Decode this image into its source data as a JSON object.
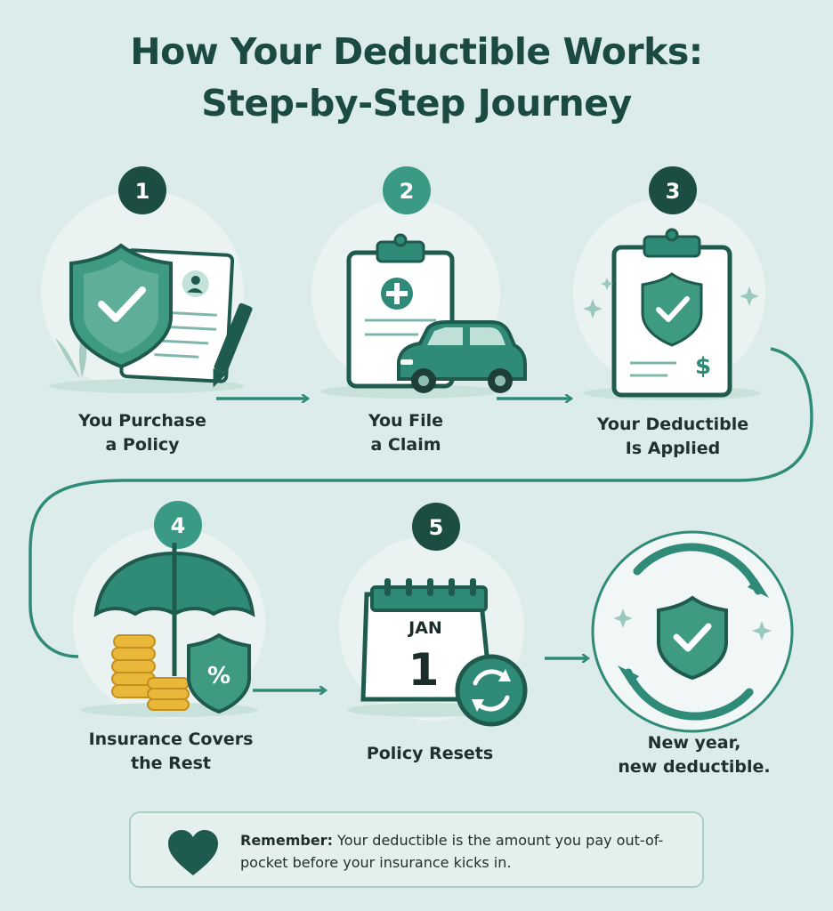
{
  "title_line1": "How Your Deductible Works:",
  "title_line2": "Step-by-Step Journey",
  "steps": [
    {
      "number": "1",
      "line1": "You Purchase",
      "line2": "a Policy",
      "icon": "policy-shield-icon"
    },
    {
      "number": "2",
      "line1": "You File",
      "line2": "a Claim",
      "icon": "claim-car-icon"
    },
    {
      "number": "3",
      "line1": "Your Deductible",
      "line2": "Is Applied",
      "icon": "deductible-clipboard-icon"
    },
    {
      "number": "4",
      "line1": "Insurance Covers",
      "line2": "the Rest",
      "icon": "umbrella-coins-icon"
    },
    {
      "number": "5",
      "line1": "Policy Resets",
      "line2": "",
      "icon": "calendar-reset-icon"
    }
  ],
  "final": {
    "line1": "New year,",
    "line2": "new deductible.",
    "icon": "renew-shield-icon"
  },
  "calendar": {
    "month": "JAN",
    "day": "1"
  },
  "percent_symbol": "%",
  "dollar_symbol": "$",
  "note": {
    "bold": "Remember:",
    "text": " Your deductible is the amount you pay out-of-pocket before your insurance kicks in."
  },
  "colors": {
    "background": "#dcecea",
    "dark_green": "#1e5a4d",
    "teal": "#2f8a78",
    "mid_green": "#3f9a82",
    "light_green": "#bfe0d7",
    "coin_gold": "#e9b83a"
  }
}
